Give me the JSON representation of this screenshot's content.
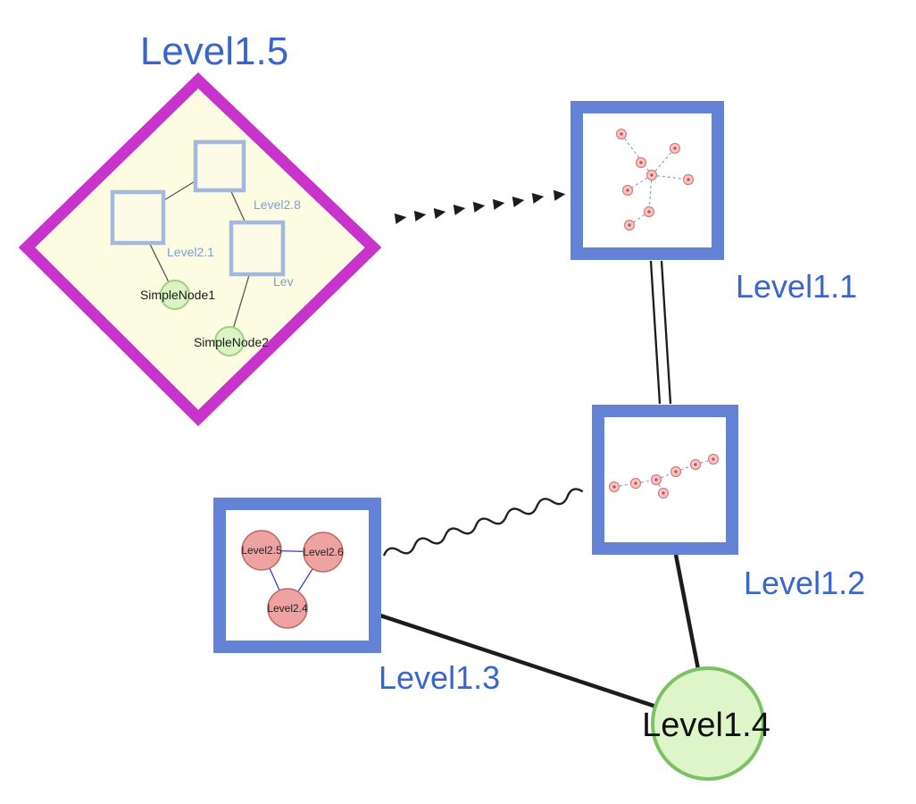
{
  "nodes": {
    "level15": {
      "label": "Level1.5"
    },
    "level11": {
      "label": "Level1.1"
    },
    "level12": {
      "label": "Level1.2"
    },
    "level13": {
      "label": "Level1.3"
    },
    "level14": {
      "label": "Level1.4"
    }
  },
  "diamond_children": {
    "square_labels": [
      "Level2.8",
      "Level2.1",
      "Lev"
    ],
    "simple_nodes": [
      "SimpleNode1",
      "SimpleNode2"
    ]
  },
  "level13_children": [
    "Level2.5",
    "Level2.6",
    "Level2.4"
  ],
  "colors": {
    "label_blue": "#3a66cc",
    "box_border_blue": "#6583d6",
    "diamond_magenta": "#c733cb",
    "diamond_fill": "#fcfce2",
    "inner_square_border": "#a3b8dc",
    "green_fill": "#dcf3c4",
    "green_stroke": "#8cc973",
    "pink_fill": "#efa2a2",
    "edge_black": "#1c1c1c",
    "mini_edge_blue": "#8888cc"
  }
}
